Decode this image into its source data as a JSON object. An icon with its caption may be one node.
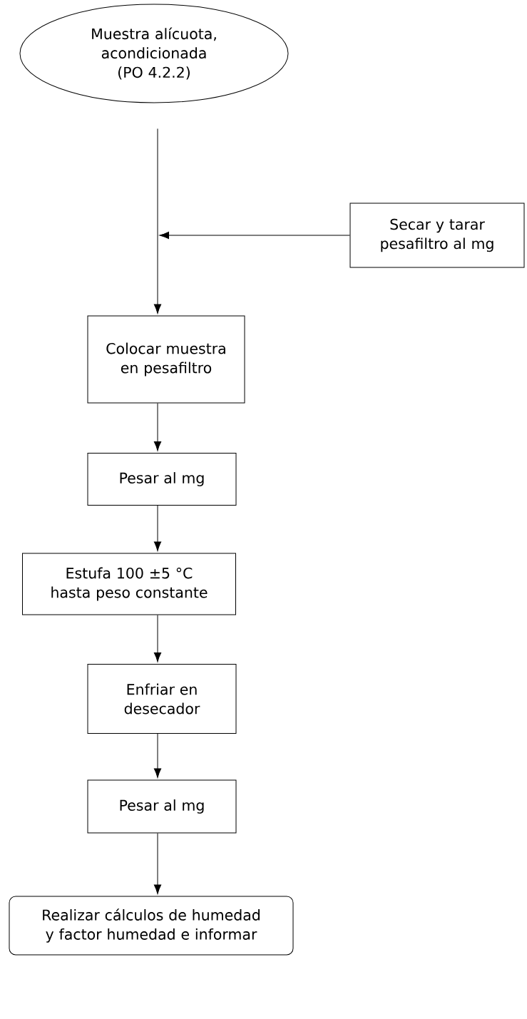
{
  "diagram": {
    "nodes": [
      {
        "text": [
          "Muestra alícuota, acondicionada (PO 4.2.2)"
        ]
      },
      {
        "text": [
          "Secar y tarar pesafiltro al mg"
        ]
      },
      {
        "text": [
          "Colocar muestra en pesafiltro"
        ]
      },
      {
        "text": [
          "Pesar al mg"
        ]
      },
      {
        "text": [
          "Estufa 100 ±5 °C hasta peso constante"
        ]
      },
      {
        "text": [
          "Enfriar en desecador"
        ]
      },
      {
        "text": [
          "Pesar al mg"
        ]
      },
      {
        "text": [
          "Realizar cálculos de humedad y factor humedad e informar"
        ]
      }
    ],
    "edges": [
      {
        "from": 0,
        "to": 2,
        "arrow": "to"
      },
      {
        "from": 1,
        "to": null,
        "arrow": "to"
      },
      {
        "from": 2,
        "to": 3,
        "arrow": "to"
      },
      {
        "from": 3,
        "to": 4,
        "arrow": "to"
      },
      {
        "from": 4,
        "to": 5,
        "arrow": "to"
      },
      {
        "from": 5,
        "to": 6,
        "arrow": "to"
      },
      {
        "from": 6,
        "to": 7,
        "arrow": "to"
      }
    ]
  }
}
